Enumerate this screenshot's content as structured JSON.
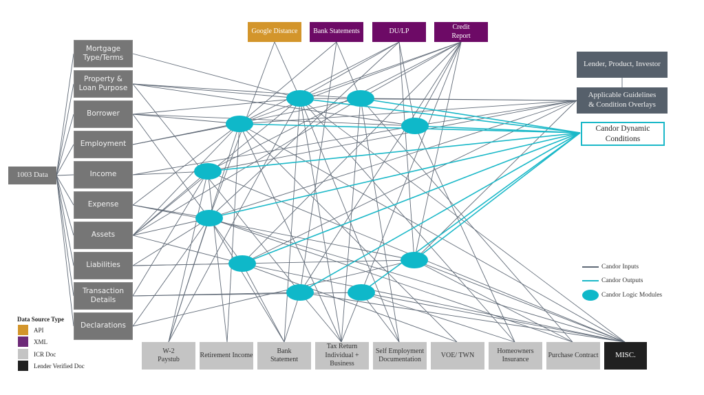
{
  "colors": {
    "input_line": "#5f6976",
    "output_line": "#1ab8c8",
    "module_fill": "#0fb8c9",
    "api": "#d3952b",
    "xml": "#6d0a66",
    "icr_doc": "#c4c4c4",
    "lender_verified_doc": "#202020"
  },
  "root": {
    "label": "1003 Data"
  },
  "inputs": [
    {
      "id": "mortgage",
      "label": "Mortgage Type/Terms"
    },
    {
      "id": "property",
      "label": "Property & Loan Purpose"
    },
    {
      "id": "borrower",
      "label": "Borrower"
    },
    {
      "id": "employment",
      "label": "Employment"
    },
    {
      "id": "income",
      "label": "Income"
    },
    {
      "id": "expense",
      "label": "Expense"
    },
    {
      "id": "assets",
      "label": "Assets"
    },
    {
      "id": "liabilities",
      "label": "Liabilities"
    },
    {
      "id": "transaction",
      "label": "Transaction Details"
    },
    {
      "id": "declarations",
      "label": "Declarations"
    }
  ],
  "top_sources": [
    {
      "id": "google",
      "label": "Google Distance",
      "type": "API"
    },
    {
      "id": "bankstmts",
      "label": "Bank Statements",
      "type": "XML"
    },
    {
      "id": "dulp",
      "label": "DU/LP",
      "type": "XML"
    },
    {
      "id": "credit",
      "label": "Credit Report",
      "type": "XML"
    }
  ],
  "bottom_docs": [
    {
      "id": "w2",
      "label": "W-2 Paystub",
      "type": "ICR Doc"
    },
    {
      "id": "retirement",
      "label": "Retirement Income",
      "type": "ICR Doc"
    },
    {
      "id": "bank",
      "label": "Bank Statement",
      "type": "ICR Doc"
    },
    {
      "id": "tax",
      "label": "Tax Return Individual + Business",
      "type": "ICR Doc"
    },
    {
      "id": "selfemp",
      "label": "Self Employment Documentation",
      "type": "ICR Doc"
    },
    {
      "id": "voe",
      "label": "VOE/ TWN",
      "type": "ICR Doc"
    },
    {
      "id": "hoi",
      "label": "Homeowners Insurance",
      "type": "ICR Doc"
    },
    {
      "id": "purchase",
      "label": "Purchase Contract",
      "type": "ICR Doc"
    },
    {
      "id": "misc",
      "label": "MISC.",
      "type": "Lender Verified Doc"
    }
  ],
  "right_nodes": {
    "lender": "Lender, Product, Investor",
    "guidelines": "Applicable Guidelines & Condition Overlays",
    "output": "Candor Dynamic Conditions"
  },
  "modules": [
    "m1",
    "m2",
    "m3",
    "m4",
    "m5",
    "m6",
    "m7",
    "m8",
    "m9",
    "m10"
  ],
  "legend": {
    "title": "Data Source Type",
    "items": [
      {
        "label": "API",
        "color": "#d3952b"
      },
      {
        "label": "XML",
        "color": "#6d0a66"
      },
      {
        "label": "ICR Doc",
        "color": "#c4c4c4"
      },
      {
        "label": "Lender Verified Doc",
        "color": "#202020"
      }
    ]
  },
  "key": {
    "inputs": "Candor Inputs",
    "outputs": "Candor Outputs",
    "modules": "Candor Logic Modules"
  },
  "edges": {
    "root_to_inputs": [
      "mortgage",
      "property",
      "borrower",
      "employment",
      "income",
      "expense",
      "assets",
      "liabilities",
      "transaction",
      "declarations"
    ],
    "inputs": [
      [
        "mortgage",
        "m1"
      ],
      [
        "property",
        "m1"
      ],
      [
        "property",
        "m2"
      ],
      [
        "property",
        "m4"
      ],
      [
        "property",
        "m8"
      ],
      [
        "borrower",
        "m3"
      ],
      [
        "borrower",
        "m1"
      ],
      [
        "borrower",
        "m4"
      ],
      [
        "borrower",
        "m7"
      ],
      [
        "employment",
        "m2"
      ],
      [
        "employment",
        "m3"
      ],
      [
        "income",
        "m5"
      ],
      [
        "income",
        "m4"
      ],
      [
        "expense",
        "m6"
      ],
      [
        "expense",
        "m3"
      ],
      [
        "expense",
        "m10"
      ],
      [
        "assets",
        "m5"
      ],
      [
        "assets",
        "m6"
      ],
      [
        "assets",
        "m3"
      ],
      [
        "assets",
        "m1"
      ],
      [
        "assets",
        "m2"
      ],
      [
        "assets",
        "m7"
      ],
      [
        "liabilities",
        "m7"
      ],
      [
        "liabilities",
        "m10"
      ],
      [
        "liabilities",
        "m6"
      ],
      [
        "transaction",
        "m8"
      ],
      [
        "transaction",
        "m9"
      ],
      [
        "transaction",
        "m5"
      ],
      [
        "declarations",
        "m10"
      ],
      [
        "declarations",
        "m6"
      ],
      [
        "google",
        "m1"
      ],
      [
        "google",
        "m6"
      ],
      [
        "bankstmts",
        "m2"
      ],
      [
        "bankstmts",
        "m8"
      ],
      [
        "bankstmts",
        "m3"
      ],
      [
        "dulp",
        "m1"
      ],
      [
        "dulp",
        "m3"
      ],
      [
        "dulp",
        "m10"
      ],
      [
        "dulp",
        "m4"
      ],
      [
        "dulp",
        "m6"
      ],
      [
        "credit",
        "m1"
      ],
      [
        "credit",
        "m2"
      ],
      [
        "credit",
        "m3"
      ],
      [
        "credit",
        "m4"
      ],
      [
        "credit",
        "m5"
      ],
      [
        "credit",
        "m7"
      ],
      [
        "credit",
        "m8"
      ],
      [
        "credit",
        "m9"
      ],
      [
        "credit",
        "m10"
      ],
      [
        "guidelines",
        "m1"
      ],
      [
        "guidelines",
        "m2"
      ],
      [
        "guidelines",
        "m3"
      ],
      [
        "guidelines",
        "m4"
      ],
      [
        "guidelines",
        "m5"
      ],
      [
        "guidelines",
        "m6"
      ],
      [
        "guidelines",
        "m7"
      ],
      [
        "guidelines",
        "m10"
      ],
      [
        "w2",
        "m3"
      ],
      [
        "w2",
        "m5"
      ],
      [
        "w2",
        "m6"
      ],
      [
        "w2",
        "m1"
      ],
      [
        "retirement",
        "m5"
      ],
      [
        "retirement",
        "m3"
      ],
      [
        "bank",
        "m1"
      ],
      [
        "bank",
        "m7"
      ],
      [
        "bank",
        "m8"
      ],
      [
        "bank",
        "m6"
      ],
      [
        "tax",
        "m1"
      ],
      [
        "tax",
        "m3"
      ],
      [
        "tax",
        "m8"
      ],
      [
        "tax",
        "m9"
      ],
      [
        "tax",
        "m2"
      ],
      [
        "selfemp",
        "m2"
      ],
      [
        "selfemp",
        "m9"
      ],
      [
        "selfemp",
        "m1"
      ],
      [
        "voe",
        "m7"
      ],
      [
        "voe",
        "m3"
      ],
      [
        "hoi",
        "m4"
      ],
      [
        "hoi",
        "m9"
      ],
      [
        "hoi",
        "m1"
      ],
      [
        "purchase",
        "m2"
      ],
      [
        "purchase",
        "m10"
      ],
      [
        "purchase",
        "m6"
      ],
      [
        "misc",
        "m1"
      ],
      [
        "misc",
        "m3"
      ],
      [
        "misc",
        "m6"
      ],
      [
        "misc",
        "m7"
      ],
      [
        "misc",
        "m8"
      ],
      [
        "misc",
        "m9"
      ],
      [
        "misc",
        "m10"
      ],
      [
        "misc",
        "m5"
      ],
      [
        "lender",
        "guidelines"
      ]
    ],
    "outputs": [
      "m1",
      "m2",
      "m3",
      "m4",
      "m5",
      "m6",
      "m7",
      "m8",
      "m9",
      "m10"
    ]
  }
}
